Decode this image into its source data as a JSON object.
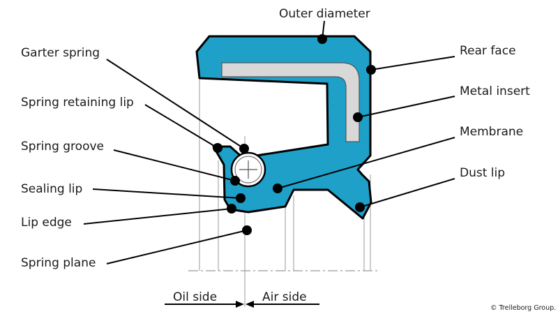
{
  "labels": {
    "outer_diameter": "Outer diameter",
    "garter_spring": "Garter spring",
    "rear_face": "Rear face",
    "metal_insert": "Metal insert",
    "spring_retaining_lip": "Spring retaining lip",
    "membrane": "Membrane",
    "spring_groove": "Spring groove",
    "dust_lip": "Dust lip",
    "sealing_lip": "Sealing lip",
    "lip_edge": "Lip edge",
    "spring_plane": "Spring plane",
    "oil_side": "Oil side",
    "air_side": "Air side"
  },
  "copyright": "© Trelleborg Group.",
  "colors": {
    "seal_body": "#1ea0c8",
    "metal_insert": "#d8d8d8",
    "outline": "#000000",
    "reference_lines": "#9a9a9a"
  }
}
